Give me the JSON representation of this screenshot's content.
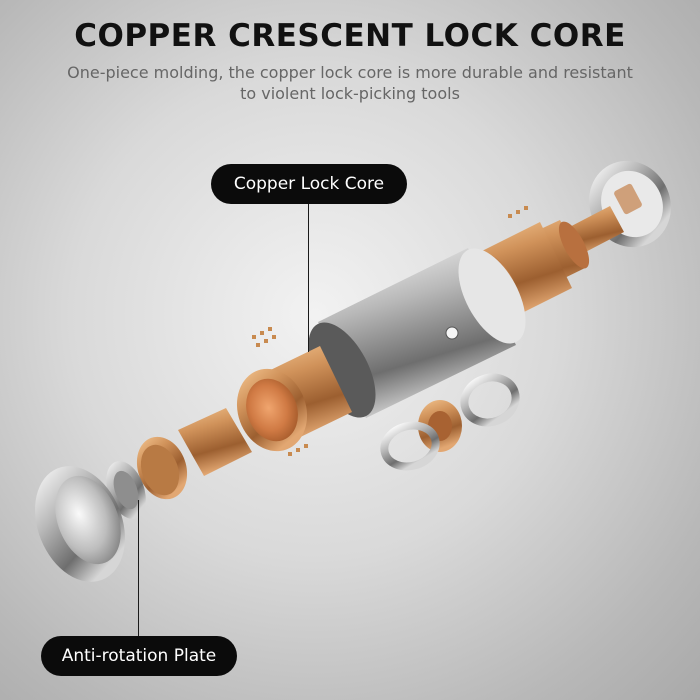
{
  "header": {
    "title": "COPPER CRESCENT LOCK CORE",
    "subtitle": "One-piece molding, the copper lock core is more durable and resistant to violent lock-picking tools"
  },
  "callouts": {
    "copper_lock_core": "Copper Lock Core",
    "anti_rotation_plate": "Anti-rotation Plate"
  },
  "colors": {
    "copper": "#c88a4f",
    "silver": "#c9c9c9",
    "label_bg": "#0b0b0b"
  }
}
